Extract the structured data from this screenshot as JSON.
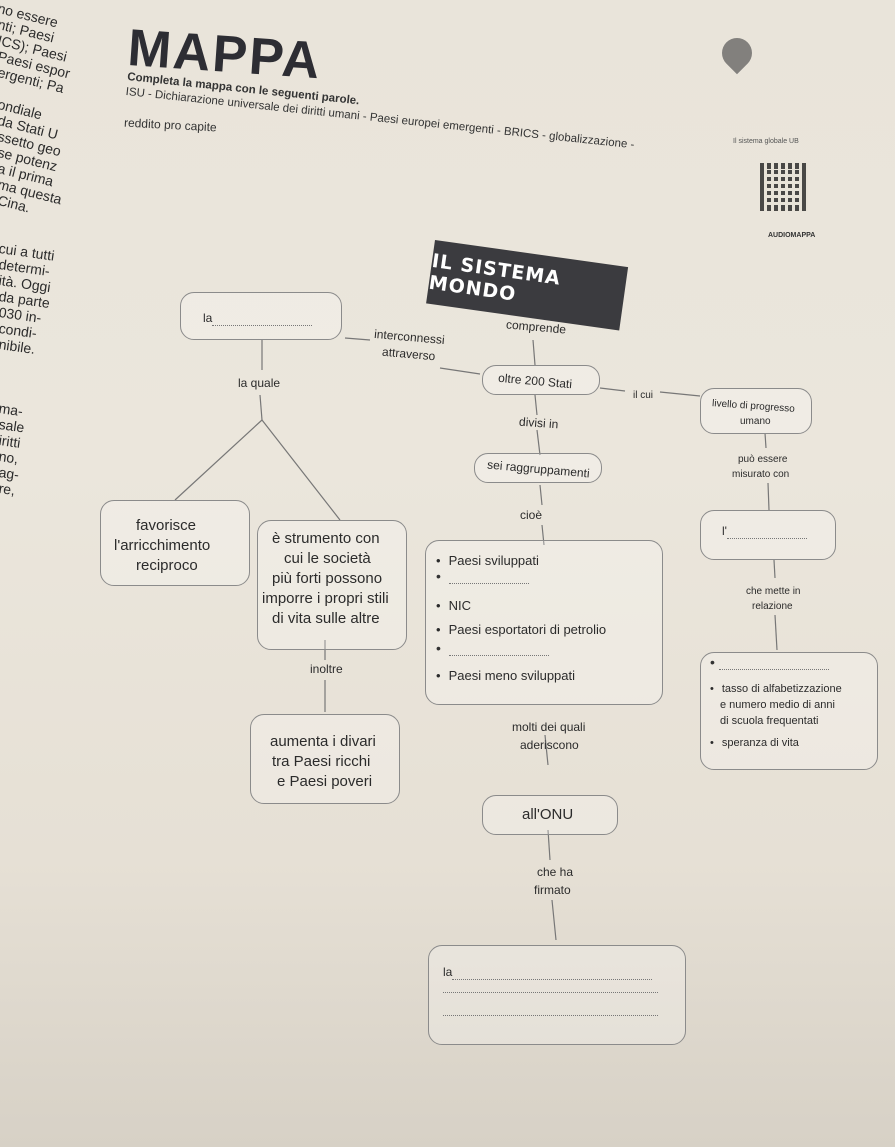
{
  "bleed_left": [
    "no essere",
    "nti; Paesi",
    "ICS); Paesi",
    "Paesi espor",
    "ergenti; Pa",
    "",
    "ondiale",
    "da Stati U",
    "ssetto geo",
    "se potenz",
    "a il prima",
    "ma questa",
    "Cina.",
    "",
    "",
    "cui a tutti",
    "determi-",
    "ità. Oggi",
    "da parte",
    "030 in-",
    "condi-",
    "nibile.",
    "",
    "",
    "",
    "ma-",
    "sale",
    "iritti",
    "no,",
    "ag-",
    "re,"
  ],
  "header": {
    "title": "MAPPA",
    "instruction_bold": "Completa la mappa con le seguenti parole.",
    "instruction_words": "ISU - Dichiarazione universale dei diritti umani - Paesi europei emergenti - BRICS - globalizzazione -",
    "instruction_cont": "reddito pro capite",
    "side_label": "Il sistema globale UB",
    "audio_label": "AUDIOMAPPA"
  },
  "map": {
    "title": "IL SISTEMA MONDO",
    "comprende": "comprende",
    "oltre": "oltre 200 Stati",
    "divisi": "divisi in",
    "sei": "sei raggruppamenti",
    "cioe": "cioè",
    "la_prefix": "la",
    "interconnessi": "interconnessi",
    "attraverso": "attraverso",
    "la_quale": "la quale",
    "favorisce_1": "favorisce",
    "favorisce_2": "l'arricchimento",
    "favorisce_3": "reciproco",
    "strumento_1": "è strumento con",
    "strumento_2": "cui le società",
    "strumento_3": "più forti possono",
    "strumento_4": "imporre i propri stili",
    "strumento_5": "di vita sulle altre",
    "inoltre": "inoltre",
    "divari_1": "aumenta i divari",
    "divari_2": "tra Paesi ricchi",
    "divari_3": "e Paesi poveri",
    "groups": [
      "Paesi sviluppati",
      "NIC",
      "Paesi esportatori di petrolio",
      "Paesi meno sviluppati"
    ],
    "il_cui": "il cui",
    "livello_1": "livello di progresso",
    "livello_2": "umano",
    "misurato_1": "può essere",
    "misurato_2": "misurato con",
    "l_prefix": "l'",
    "mette_1": "che mette in",
    "mette_2": "relazione",
    "indic": [
      "tasso di alfabetizzazione",
      "e numero medio di anni",
      "di scuola frequentati",
      "speranza di vita"
    ],
    "molti_1": "molti dei quali",
    "molti_2": "aderiscono",
    "onu": "all'ONU",
    "firmato_1": "che ha",
    "firmato_2": "firmato",
    "la_bottom": "la"
  }
}
